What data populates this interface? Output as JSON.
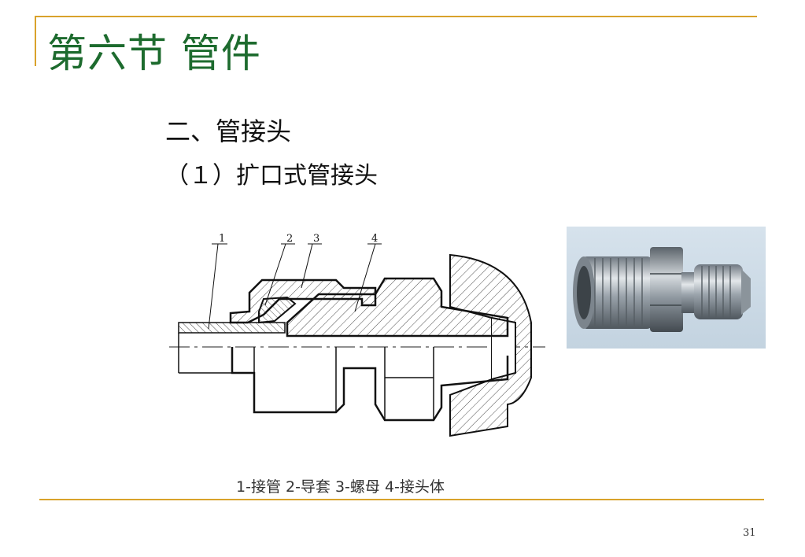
{
  "slide": {
    "title": "第六节 管件",
    "heading": "二、管接头",
    "subheading": "（１）扩口式管接头",
    "caption": "1-接管 2-导套 3-螺母 4-接头体",
    "page_number": "31"
  },
  "diagram": {
    "callouts": [
      "1",
      "2",
      "3",
      "4"
    ]
  },
  "colors": {
    "accent_rule": "#d9a22b",
    "title": "#1d6b2e"
  }
}
